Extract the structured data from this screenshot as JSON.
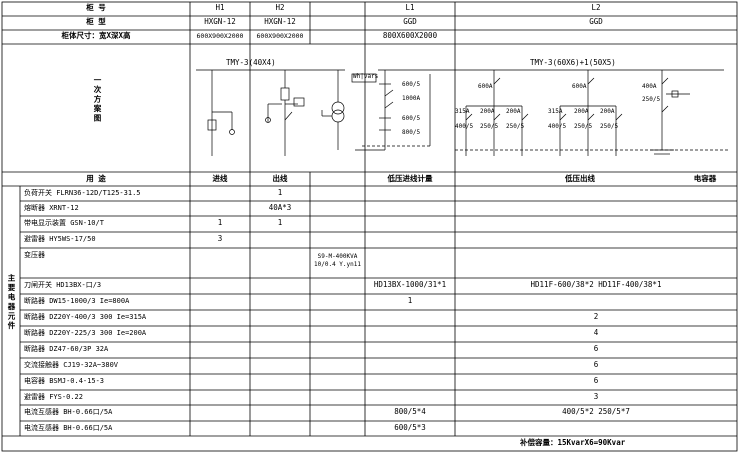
{
  "header": {
    "col_number": "柜 号",
    "col_type": "柜 型",
    "col_size": "柜体尺寸：宽X深X高",
    "cabinets": [
      {
        "id": "H1",
        "type": "HXGN-12",
        "size": "600X900X2000"
      },
      {
        "id": "H2",
        "type": "HXGN-12",
        "size": "600X900X2000"
      },
      {
        "id": "L1",
        "type": "GGD",
        "size": "800X600X2000"
      },
      {
        "id": "L2",
        "type": "GGD",
        "size": ""
      }
    ]
  },
  "primary_scheme": {
    "label": "一次方案图",
    "bus_hv": "TMY-3(40X4)",
    "bus_lv": "TMY-3(60X6)+1(50X5)",
    "meter_box": "Wh|vars",
    "l1_labels": [
      "600/5",
      "1000A",
      "600/5",
      "800/5"
    ],
    "l2_top": [
      "600A",
      "600A",
      "400A",
      "250/5"
    ],
    "l2_breakers": [
      "315A",
      "200A",
      "200A",
      "315A",
      "200A",
      "200A"
    ],
    "l2_ct": [
      "400/5",
      "250/5",
      "250/5",
      "400/5",
      "250/5",
      "250/5"
    ]
  },
  "usage": {
    "label": "用 途",
    "h1": "进线",
    "h2": "出线",
    "l1": "低压进线计量",
    "l2": "低压出线",
    "cap": "电容器"
  },
  "side_label": "主要电器元件",
  "components": [
    {
      "name": "负荷开关 FLRN36-12D/T125-31.5",
      "h1": "",
      "h2": "1",
      "x": "",
      "l1": "",
      "l2": ""
    },
    {
      "name": "熔断器 XRNT-12",
      "h1": "",
      "h2": "40A*3",
      "x": "",
      "l1": "",
      "l2": ""
    },
    {
      "name": "带电显示装置 GSN-10/T",
      "h1": "1",
      "h2": "1",
      "x": "",
      "l1": "",
      "l2": ""
    },
    {
      "name": "避雷器 HY5WS-17/50",
      "h1": "3",
      "h2": "",
      "x": "",
      "l1": "",
      "l2": ""
    },
    {
      "name": "变压器",
      "h1": "",
      "h2": "",
      "x": "S9-M-400KVA\n10/0.4 Y.yn11",
      "l1": "",
      "l2": ""
    },
    {
      "name": "刀闸开关 HD13BX-口/3",
      "h1": "",
      "h2": "",
      "x": "",
      "l1": "HD13BX-1000/31*1",
      "l2": "HD11F-600/38*2 HD11F-400/38*1"
    },
    {
      "name": "断路器 DW15-1000/3 Ie=800A",
      "h1": "",
      "h2": "",
      "x": "",
      "l1": "1",
      "l2": ""
    },
    {
      "name": "断路器 DZ20Y-400/3 300 Ie=315A",
      "h1": "",
      "h2": "",
      "x": "",
      "l1": "",
      "l2": "2"
    },
    {
      "name": "断路器 DZ20Y-225/3 300 Ie=200A",
      "h1": "",
      "h2": "",
      "x": "",
      "l1": "",
      "l2": "4"
    },
    {
      "name": "断路器 DZ47-60/3P 32A",
      "h1": "",
      "h2": "",
      "x": "",
      "l1": "",
      "l2": "6"
    },
    {
      "name": "交流接触器 CJ19-32A~380V",
      "h1": "",
      "h2": "",
      "x": "",
      "l1": "",
      "l2": "6"
    },
    {
      "name": "电容器 BSMJ-0.4-15-3",
      "h1": "",
      "h2": "",
      "x": "",
      "l1": "",
      "l2": "6"
    },
    {
      "name": "避雷器 FYS-0.22",
      "h1": "",
      "h2": "",
      "x": "",
      "l1": "",
      "l2": "3"
    },
    {
      "name": "电流互感器 BH-0.66口/5A",
      "h1": "",
      "h2": "",
      "x": "",
      "l1": "800/5*4",
      "l2": "400/5*2 250/5*7"
    },
    {
      "name": "电流互感器 BH-0.66口/5A",
      "h1": "",
      "h2": "",
      "x": "",
      "l1": "600/5*3",
      "l2": ""
    }
  ],
  "footer": "补偿容量：15KvarX6=90Kvar"
}
